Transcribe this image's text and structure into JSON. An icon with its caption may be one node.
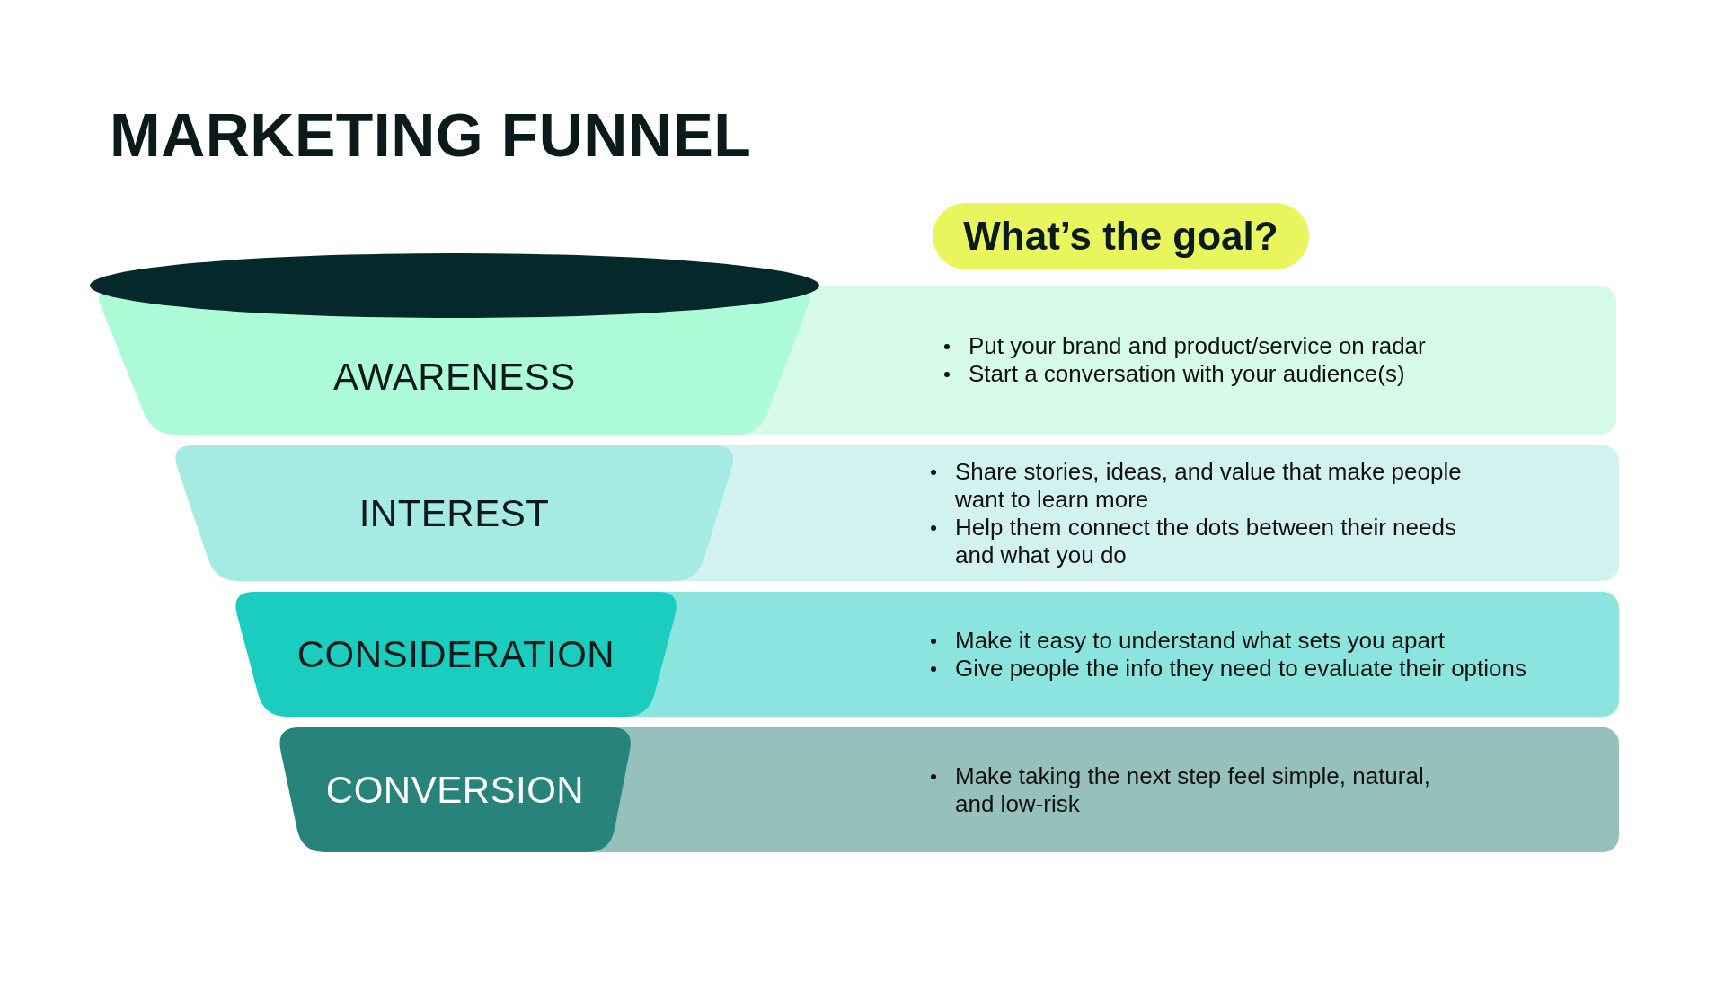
{
  "diagram": {
    "title": "MARKETING FUNNEL",
    "nodes": [
      {
        "text": [
          "What’s the goal?"
        ]
      },
      {
        "text": [
          "AWARENESS"
        ]
      },
      {
        "text": [
          "Put your brand and product/service on radar",
          "Start a conversation with your audience(s)"
        ]
      },
      {
        "text": [
          "INTEREST"
        ]
      },
      {
        "text": [
          "Share stories, ideas, and value that make people want to learn more",
          "Help them connect the dots between their needs and what you do"
        ]
      },
      {
        "text": [
          "CONSIDERATION"
        ]
      },
      {
        "text": [
          "Make it easy to understand what sets you apart",
          "Give people the info they need to evaluate their options"
        ]
      },
      {
        "text": [
          "CONVERSION"
        ]
      },
      {
        "text": [
          "Make taking the next step feel simple, natural, and low-risk"
        ]
      }
    ]
  }
}
